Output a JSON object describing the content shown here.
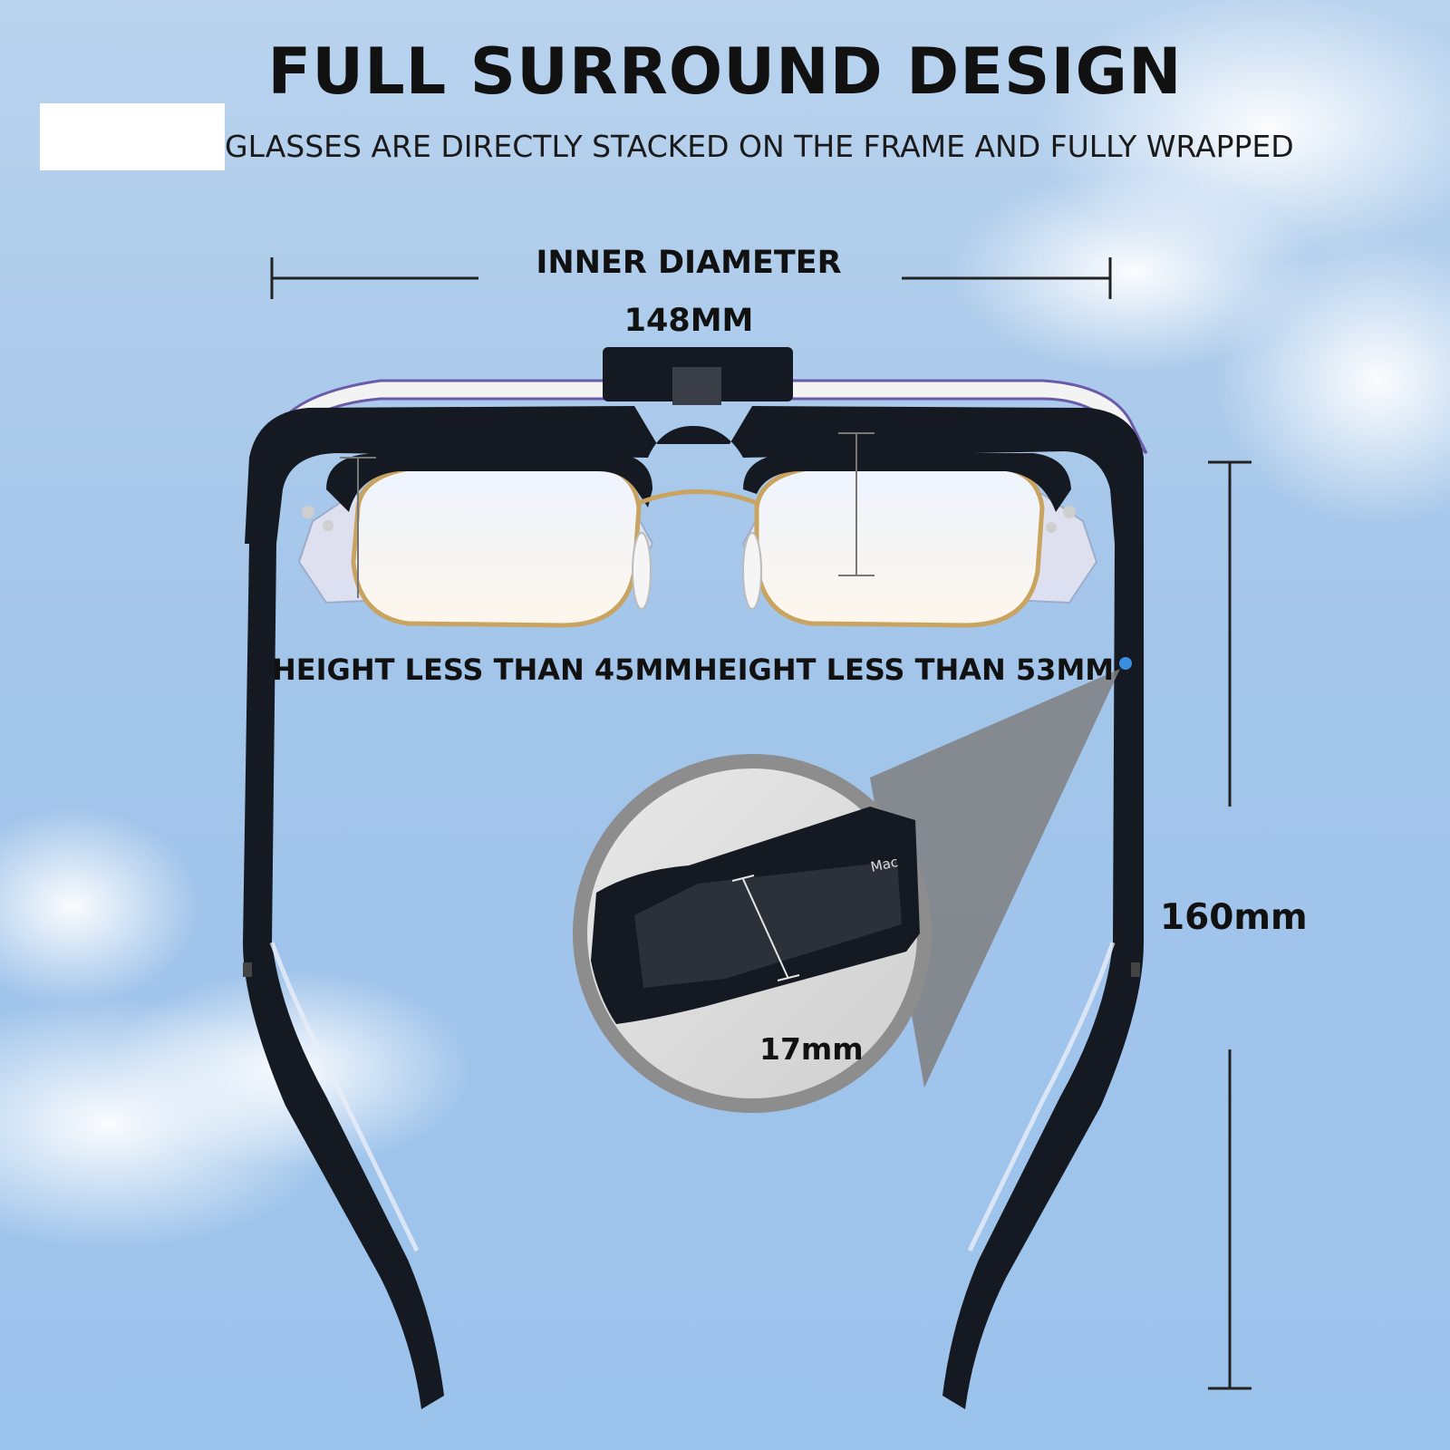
{
  "title": "FULL SURROUND DESIGN",
  "subtitle": "GLASSES ARE DIRECTLY STACKED ON THE FRAME AND FULLY WRAPPED",
  "dimensions": {
    "inner_diameter_label": "INNER DIAMETER",
    "inner_diameter_value": "148MM",
    "left_height": "HEIGHT LESS THAN 45MM",
    "right_height": "HEIGHT LESS THAN 53MM",
    "temple_length": "160mm",
    "frame_thickness": "17mm"
  },
  "colors": {
    "sky": "#a3c5ea",
    "frame": "#151a22",
    "gold_rim": "#c9a461",
    "callout": "#8d8d8d"
  }
}
